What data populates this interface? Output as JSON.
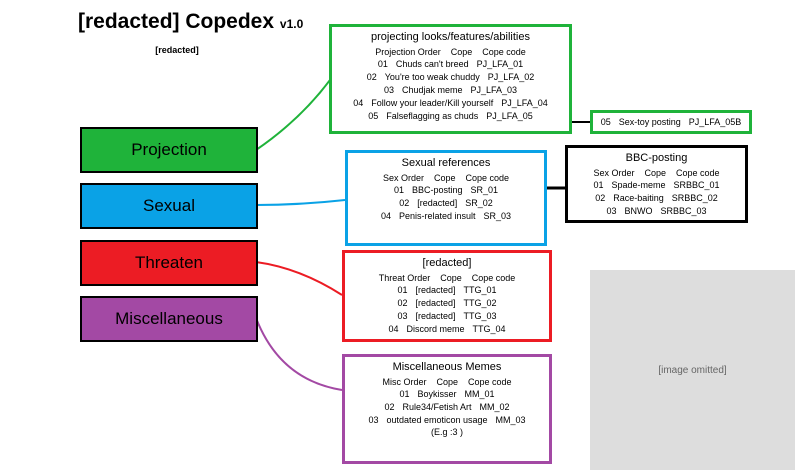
{
  "header": {
    "title": "[redacted] Copedex",
    "version": "v1.0",
    "intro": "[redacted]"
  },
  "categories": [
    {
      "label": "Projection",
      "color": "#1fb33a"
    },
    {
      "label": "Sexual",
      "color": "#0aa2e6"
    },
    {
      "label": "Threaten",
      "color": "#ec1c24"
    },
    {
      "label": "Miscellaneous",
      "color": "#a349a4"
    }
  ],
  "projection": {
    "title": "projecting looks/features/abilities",
    "headers": [
      "Projection Order",
      "Cope",
      "Cope code"
    ],
    "rows": [
      [
        "01",
        "Chuds can't breed",
        "PJ_LFA_01"
      ],
      [
        "02",
        "You're too weak chuddy",
        "PJ_LFA_02"
      ],
      [
        "03",
        "Chudjak meme",
        "PJ_LFA_03"
      ],
      [
        "04",
        "Follow your leader/Kill yourself",
        "PJ_LFA_04"
      ],
      [
        "05",
        "Falseflagging as chuds",
        "PJ_LFA_05"
      ]
    ],
    "sub": [
      "05",
      "Sex-toy posting",
      "PJ_LFA_05B"
    ]
  },
  "sexual": {
    "title": "Sexual references",
    "headers": [
      "Sex Order",
      "Cope",
      "Cope code"
    ],
    "rows": [
      [
        "01",
        "BBC-posting",
        "SR_01"
      ],
      [
        "02",
        "[redacted]",
        "SR_02"
      ],
      [
        "04",
        "Penis-related insult",
        "SR_03"
      ]
    ]
  },
  "bbc": {
    "title": "BBC-posting",
    "headers": [
      "Sex Order",
      "Cope",
      "Cope code"
    ],
    "rows": [
      [
        "01",
        "Spade-meme",
        "SRBBC_01"
      ],
      [
        "02",
        "Race-baiting",
        "SRBBC_02"
      ],
      [
        "03",
        "BNWO",
        "SRBBC_03"
      ]
    ]
  },
  "threaten": {
    "title": "[redacted]",
    "headers": [
      "Threat Order",
      "Cope",
      "Cope code"
    ],
    "rows": [
      [
        "01",
        "[redacted]",
        "TTG_01"
      ],
      [
        "02",
        "[redacted]",
        "TTG_02"
      ],
      [
        "03",
        "[redacted]",
        "TTG_03"
      ],
      [
        "04",
        "Discord meme",
        "TTG_04"
      ]
    ]
  },
  "misc": {
    "title": "Miscellaneous Memes",
    "headers": [
      "Misc Order",
      "Cope",
      "Cope code"
    ],
    "rows": [
      [
        "01",
        "Boykisser",
        "MM_01"
      ],
      [
        "02",
        "Rule34/Fetish Art",
        "MM_02"
      ],
      [
        "03",
        "outdated emoticon usage",
        "MM_03"
      ]
    ],
    "note": "(E.g :3 )"
  },
  "image_placeholder": "[image omitted]"
}
